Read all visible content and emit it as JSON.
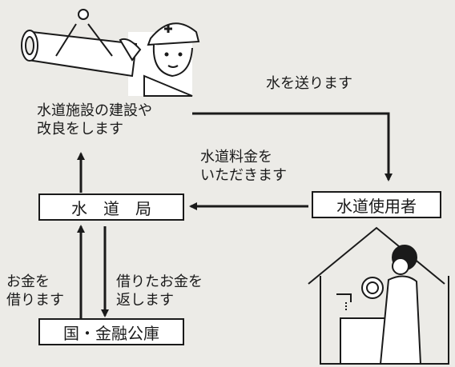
{
  "boxes": {
    "water_bureau": "水　道　局",
    "water_user": "水道使用者",
    "government_finance": "国・金融公庫"
  },
  "labels": {
    "send_water": "水を送ります",
    "build_facilities": "水道施設の建設や\n改良をします",
    "receive_fee": "水道料金を\nいただきます",
    "borrow_money": "お金を\n借ります",
    "repay_money": "借りたお金を\n返します"
  },
  "colors": {
    "background": "#ecebe7",
    "ink": "#1a1a1a",
    "box_fill": "#ffffff"
  },
  "icons": [
    "pipe-worker-illustration",
    "house-woman-washing-dishes-illustration"
  ]
}
